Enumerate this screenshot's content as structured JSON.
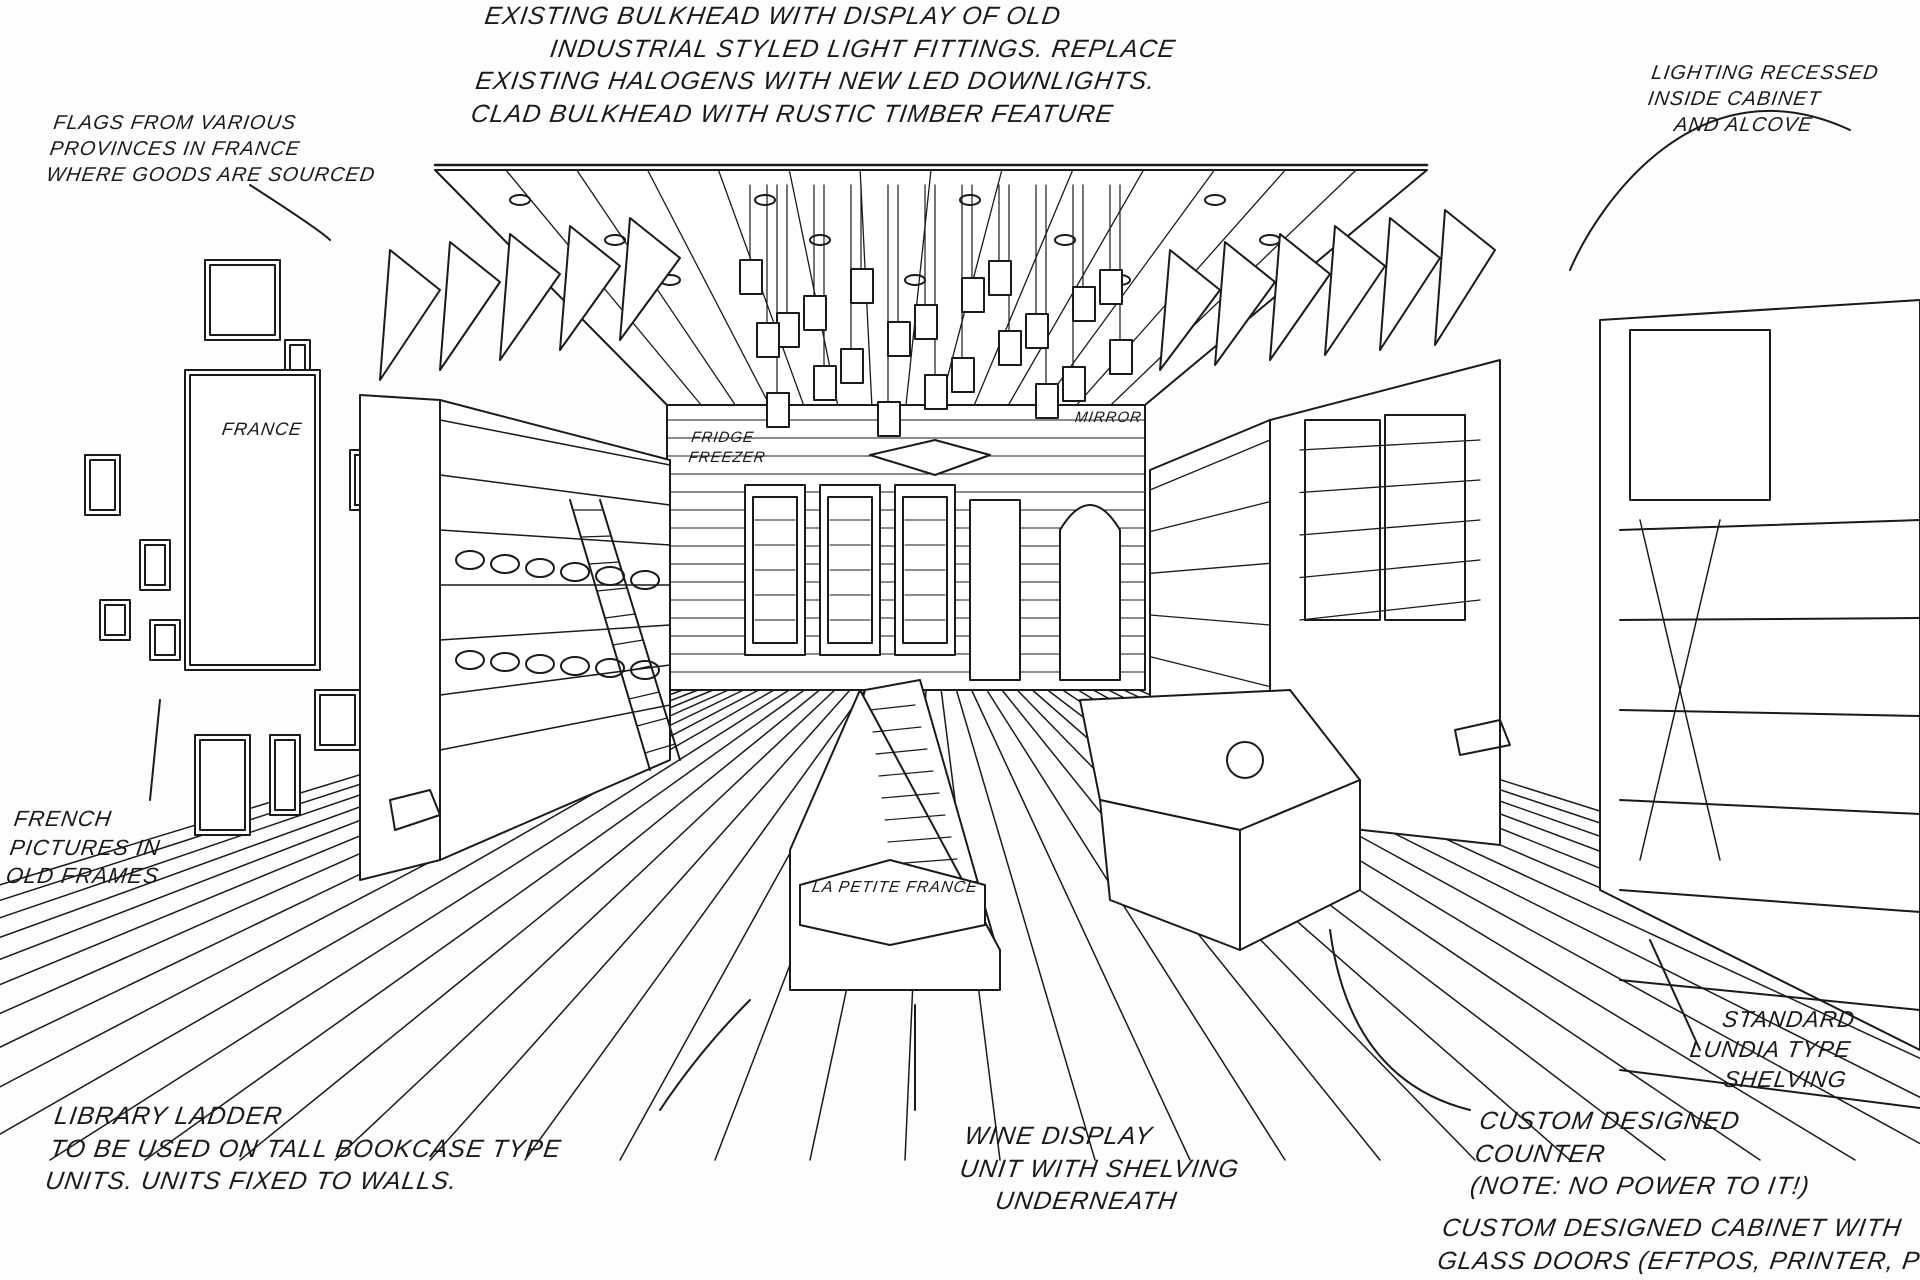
{
  "notes": {
    "bulkhead": [
      "Existing bulkhead with display of old",
      "industrial styled light fittings. Replace",
      "existing halogens with new LED downlights.",
      "Clad bulkhead with rustic timber feature"
    ],
    "flags": [
      "Flags from various",
      "provinces in France",
      "where goods are sourced"
    ],
    "lighting": [
      "Lighting recessed",
      "inside cabinet",
      "and alcove"
    ],
    "pictures": [
      "French",
      "pictures in",
      "old frames"
    ],
    "ladder": [
      "Library ladder",
      "to be used on tall bookcase type",
      "units. Units fixed to walls."
    ],
    "wine": [
      "Wine display",
      "unit with shelving",
      "underneath"
    ],
    "lundia": [
      "Standard",
      "Lundia type",
      "shelving"
    ],
    "counter": [
      "Custom designed",
      "counter",
      "(Note: no power to it!)"
    ],
    "cabinet": [
      "Custom designed cabinet with",
      "glass doors (EFTPOS, printer, phone"
    ],
    "fridge": [
      "Fridge",
      "freezer"
    ],
    "mirror": "Mirror",
    "sign": "La Petite France",
    "picture_title": "France"
  }
}
